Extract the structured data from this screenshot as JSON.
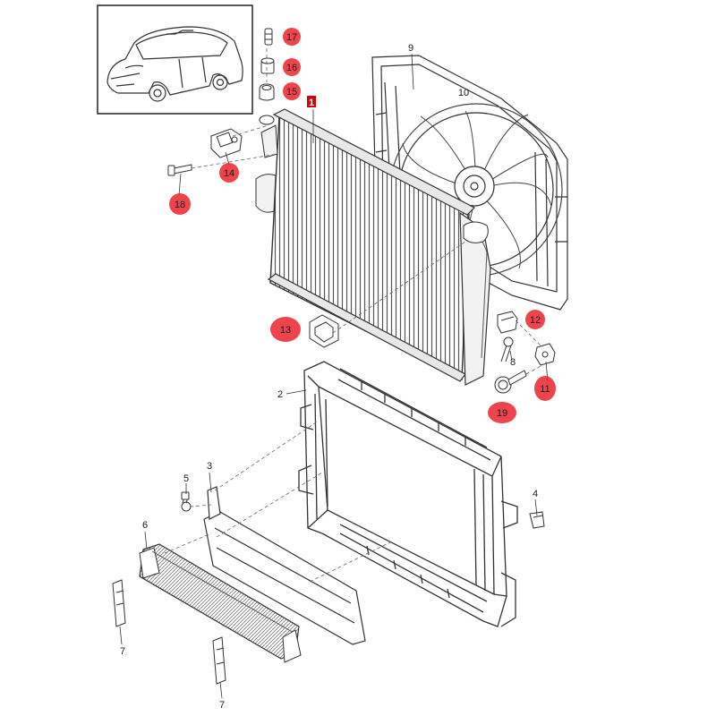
{
  "colors": {
    "highlight": "#ea1c24",
    "line": "#3a3a3a",
    "main_label": "#d40000"
  },
  "icons": {
    "vehicle": "car-thumbnail-icon"
  },
  "callouts": {
    "c1": "1",
    "c2": "2",
    "c3": "3",
    "c4": "4",
    "c5": "5",
    "c6": "6",
    "c7a": "7",
    "c7b": "7",
    "c8": "8",
    "c9": "9",
    "c10": "10",
    "c11": "11",
    "c12": "12",
    "c13": "13",
    "c14": "14",
    "c15": "15",
    "c16": "16",
    "c17": "17",
    "c18": "18",
    "c19": "19"
  }
}
